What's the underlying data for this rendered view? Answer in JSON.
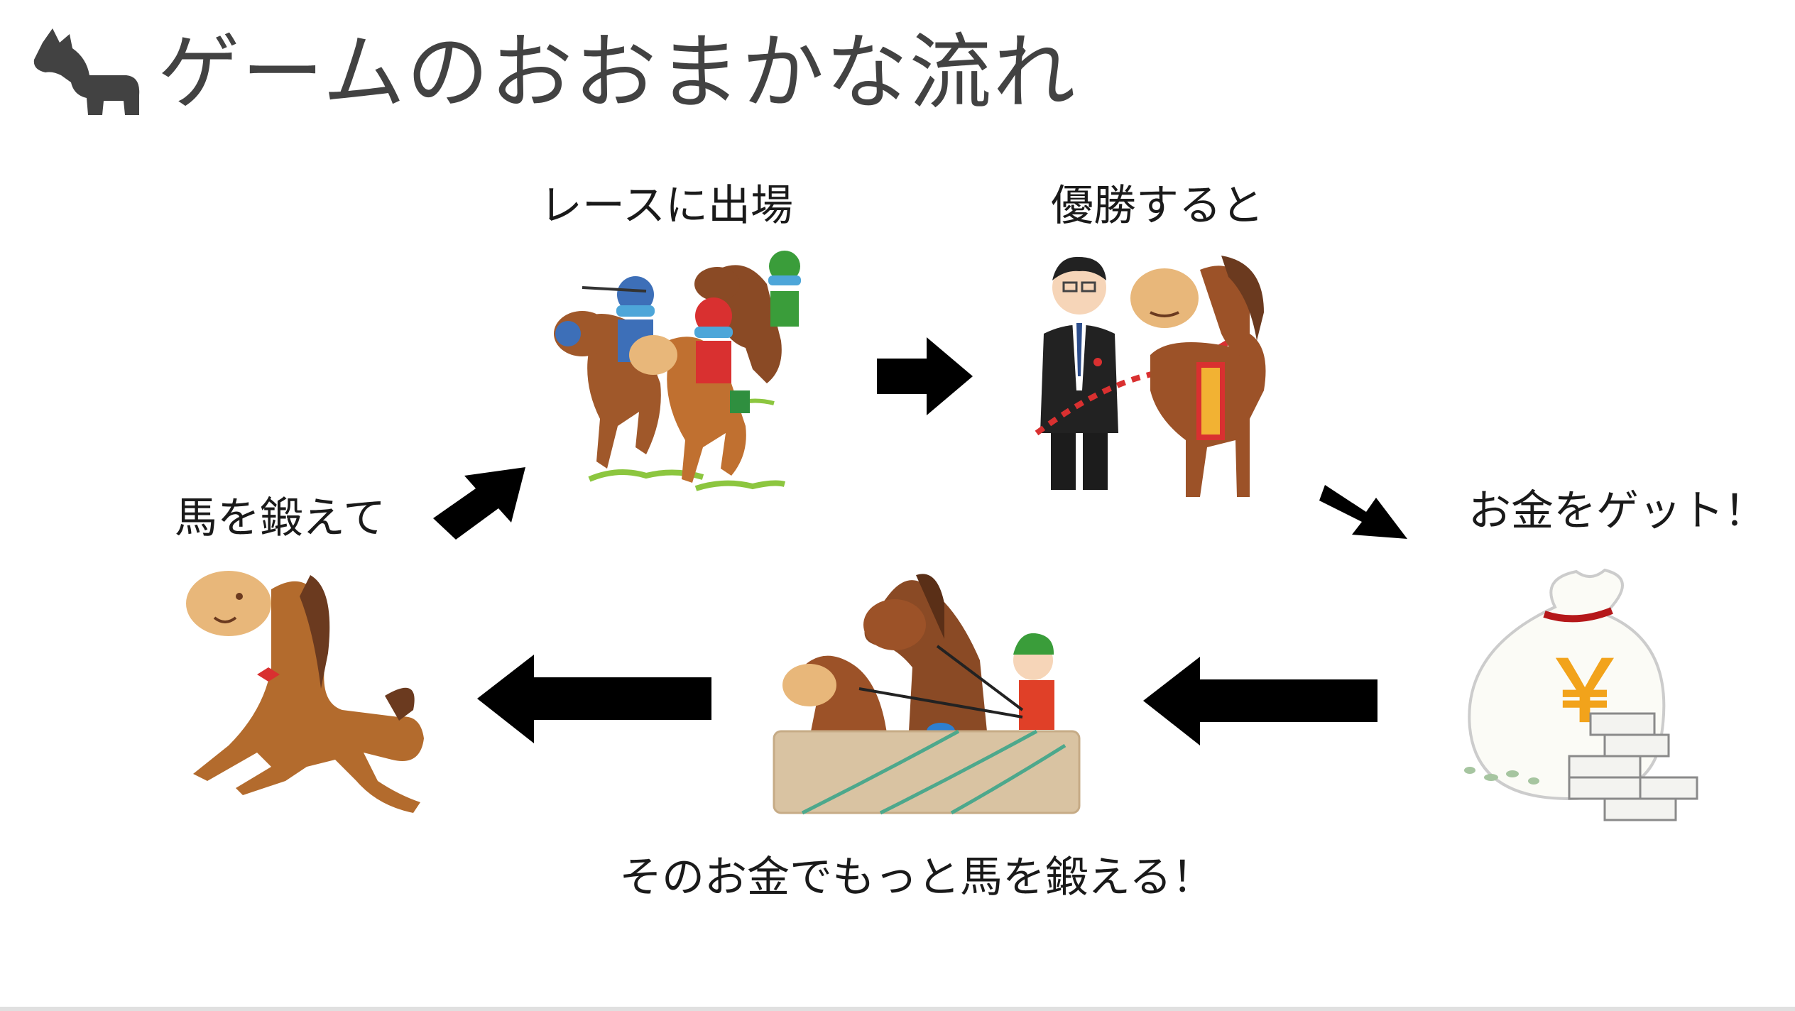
{
  "slide": {
    "title": "ゲームのおおまかな流れ",
    "title_icon": "horse-icon"
  },
  "steps": {
    "race": "レースに出場",
    "win": "優勝すると",
    "money": "お金をゲット！",
    "train": "馬を鍛えて",
    "reinvest": "そのお金でもっと馬を鍛える！"
  },
  "money_bag_symbol": "￥",
  "colors": {
    "title": "#424242",
    "arrow": "#000000",
    "horse_brown": "#b36b2d",
    "horse_face": "#e8b77a",
    "mane": "#6b3a1f",
    "grass": "#8cc63f"
  }
}
